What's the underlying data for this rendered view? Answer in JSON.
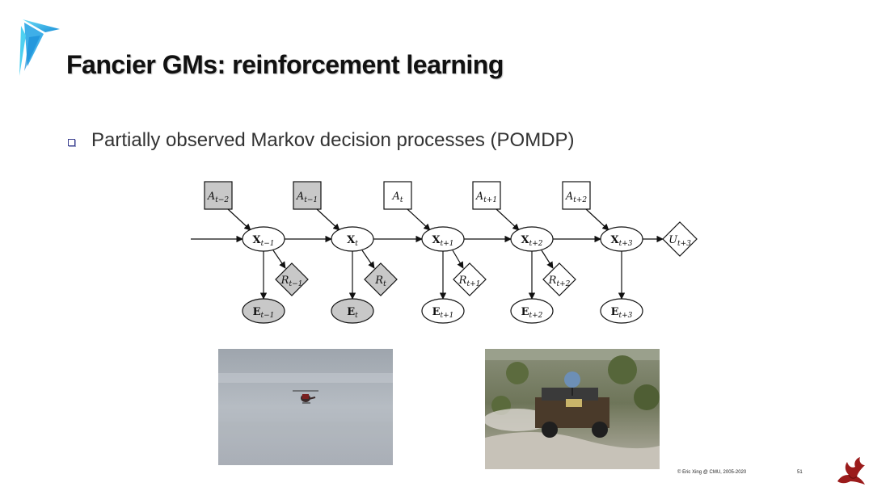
{
  "slide": {
    "title": "Fancier GMs: reinforcement learning",
    "bullet": "Partially observed Markov decision processes (POMDP)",
    "footer": {
      "copyright": "© Eric Xing @ CMU, 2005-2020",
      "page_number": "51"
    }
  },
  "diagram": {
    "actions": [
      {
        "base": "A",
        "sub": "t−2",
        "shaded": true
      },
      {
        "base": "A",
        "sub": "t−1",
        "shaded": true
      },
      {
        "base": "A",
        "sub": "t",
        "shaded": false
      },
      {
        "base": "A",
        "sub": "t+1",
        "shaded": false
      },
      {
        "base": "A",
        "sub": "t+2",
        "shaded": false
      }
    ],
    "states": [
      {
        "base": "X",
        "sub": "t−1"
      },
      {
        "base": "X",
        "sub": "t"
      },
      {
        "base": "X",
        "sub": "t+1"
      },
      {
        "base": "X",
        "sub": "t+2"
      },
      {
        "base": "X",
        "sub": "t+3"
      }
    ],
    "rewards": [
      {
        "base": "R",
        "sub": "t−1",
        "shaded": true
      },
      {
        "base": "R",
        "sub": "t",
        "shaded": true
      },
      {
        "base": "R",
        "sub": "t+1",
        "shaded": false
      },
      {
        "base": "R",
        "sub": "t+2",
        "shaded": false
      }
    ],
    "evidence": [
      {
        "base": "E",
        "sub": "t−1",
        "shaded": true
      },
      {
        "base": "E",
        "sub": "t",
        "shaded": true
      },
      {
        "base": "E",
        "sub": "t+1",
        "shaded": false
      },
      {
        "base": "E",
        "sub": "t+2",
        "shaded": false
      },
      {
        "base": "E",
        "sub": "t+3",
        "shaded": false
      }
    ],
    "utility": {
      "base": "U",
      "sub": "t+3"
    },
    "colors": {
      "shaded_fill": "#c8c8c8",
      "stroke": "#111111"
    }
  },
  "colors": {
    "title": "#111111",
    "bullet": "#3b3f8f",
    "logo_light": "#4ed0f0",
    "logo_dark": "#1a8fd8",
    "dragon": "#9b1b1b"
  }
}
